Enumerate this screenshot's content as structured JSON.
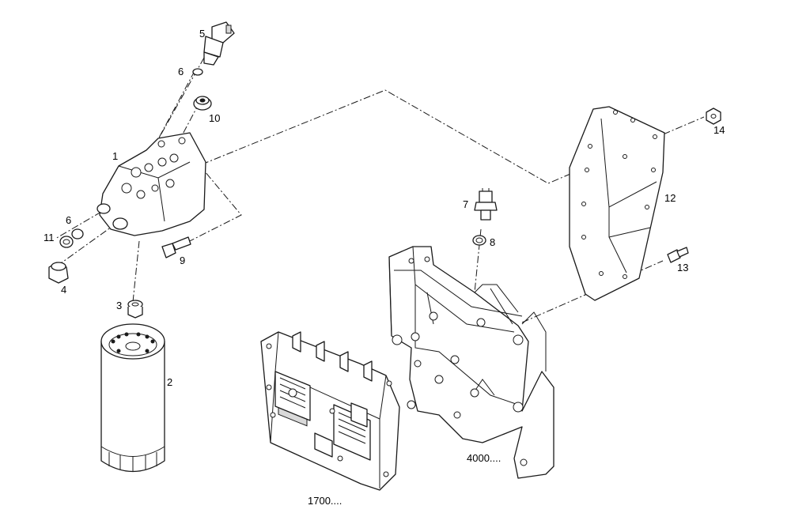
{
  "diagram": {
    "callouts": {
      "c1": "1",
      "c2": "2",
      "c3": "3",
      "c4": "4",
      "c5": "5",
      "c6a": "6",
      "c6b": "6",
      "c7": "7",
      "c8": "8",
      "c9": "9",
      "c10": "10",
      "c11": "11",
      "c12": "12",
      "c13": "13",
      "c14": "14",
      "ecu": "1700....",
      "bracket": "4000...."
    }
  }
}
